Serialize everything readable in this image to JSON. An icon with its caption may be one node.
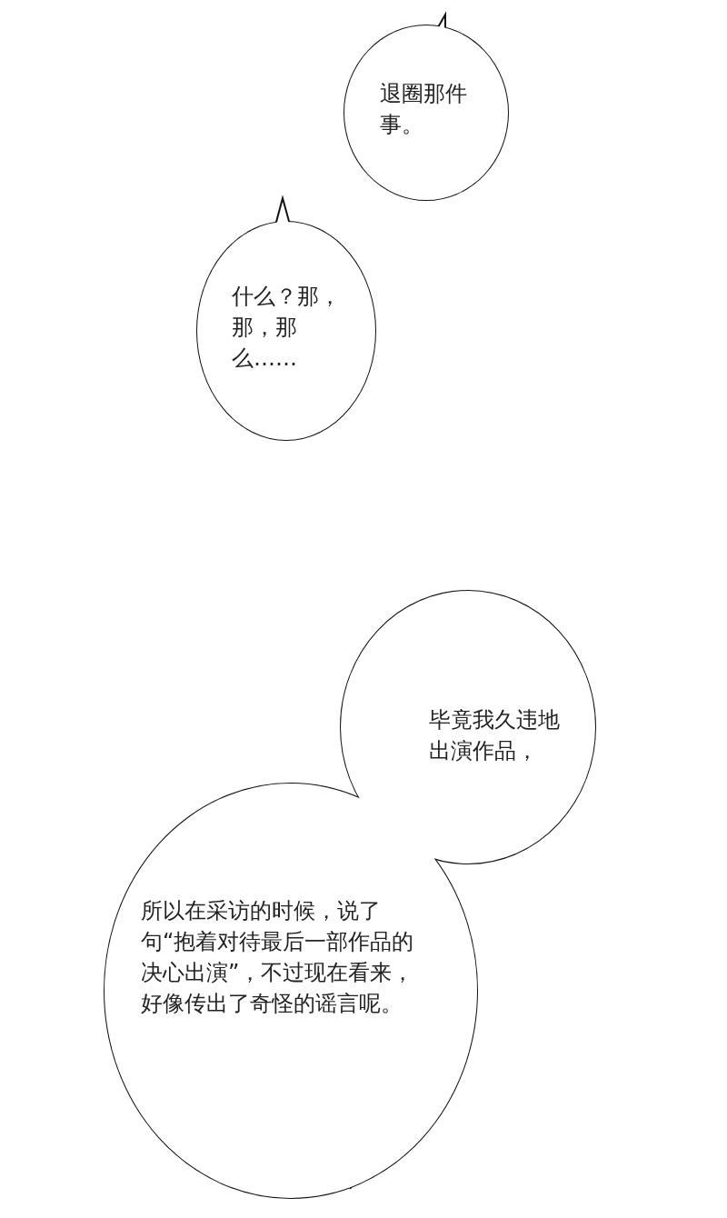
{
  "diagram": {
    "nodes": [
      {
        "text": [
          "退圈那件事。"
        ]
      },
      {
        "text": [
          "什么？那，那，那么……"
        ]
      },
      {
        "text": [
          "毕竟我久违地出演作品，",
          "所以在采访的时候，说了句“抱着对待最后一部作品的决心出演”，不过现在看来，好像传出了奇怪的谣言呢。"
        ]
      }
    ]
  }
}
